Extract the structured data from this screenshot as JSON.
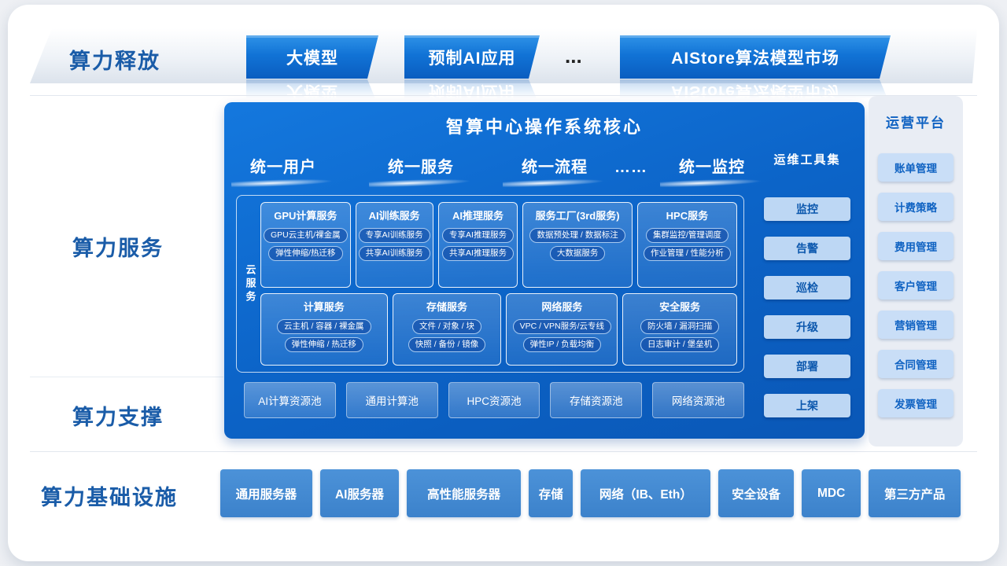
{
  "side_labels": {
    "release": "算力释放",
    "service": "算力服务",
    "support": "算力支撑",
    "infrastructure": "算力基础设施"
  },
  "top_band": {
    "items": [
      "大模型",
      "预制AI应用",
      "AIStore算法模型市场"
    ],
    "ellipsis": "..."
  },
  "core": {
    "title": "智算中心操作系统核心",
    "unified": [
      "统一用户",
      "统一服务",
      "统一流程",
      "……",
      "统一监控"
    ],
    "cloud_label": "云服务",
    "row1": [
      {
        "title": "GPU计算服务",
        "items": [
          "GPU云主机/裸金属",
          "弹性伸缩/热迁移"
        ]
      },
      {
        "title": "AI训练服务",
        "items": [
          "专享AI训练服务",
          "共享AI训练服务"
        ]
      },
      {
        "title": "AI推理服务",
        "items": [
          "专享AI推理服务",
          "共享AI推理服务"
        ]
      },
      {
        "title": "服务工厂(3rd服务)",
        "items": [
          "数据预处理 / 数据标注",
          "大数据服务"
        ]
      },
      {
        "title": "HPC服务",
        "items": [
          "集群监控/管理调度",
          "作业管理 / 性能分析"
        ]
      }
    ],
    "row2": [
      {
        "title": "计算服务",
        "items": [
          "云主机 / 容器 / 裸金属",
          "弹性伸缩 / 热迁移"
        ]
      },
      {
        "title": "存储服务",
        "items": [
          "文件 / 对象 / 块",
          "快照 / 备份 / 镜像"
        ]
      },
      {
        "title": "网络服务",
        "items": [
          "VPC / VPN服务/云专线",
          "弹性IP / 负载均衡"
        ]
      },
      {
        "title": "安全服务",
        "items": [
          "防火墙 / 漏洞扫描",
          "日志审计 / 堡垒机"
        ]
      }
    ],
    "pools": [
      "AI计算资源池",
      "通用计算池",
      "HPC资源池",
      "存储资源池",
      "网络资源池"
    ],
    "ops_tools": {
      "title": "运维工具集",
      "items": [
        "监控",
        "告警",
        "巡检",
        "升级",
        "部署",
        "上架"
      ]
    }
  },
  "operation_platform": {
    "title": "运营平台",
    "items": [
      "账单管理",
      "计费策略",
      "费用管理",
      "客户管理",
      "营销管理",
      "合同管理",
      "发票管理"
    ]
  },
  "infrastructure": [
    "通用服务器",
    "AI服务器",
    "高性能服务器",
    "存储",
    "网络（IB、Eth）",
    "安全设备",
    "MDC",
    "第三方产品"
  ],
  "colors": {
    "core_blue": "#0c64c8",
    "box_blue": "#3c82cb",
    "label_blue": "#1a5ca8",
    "light_button": "#c9def7",
    "panel_gray": "#e9edf4"
  }
}
